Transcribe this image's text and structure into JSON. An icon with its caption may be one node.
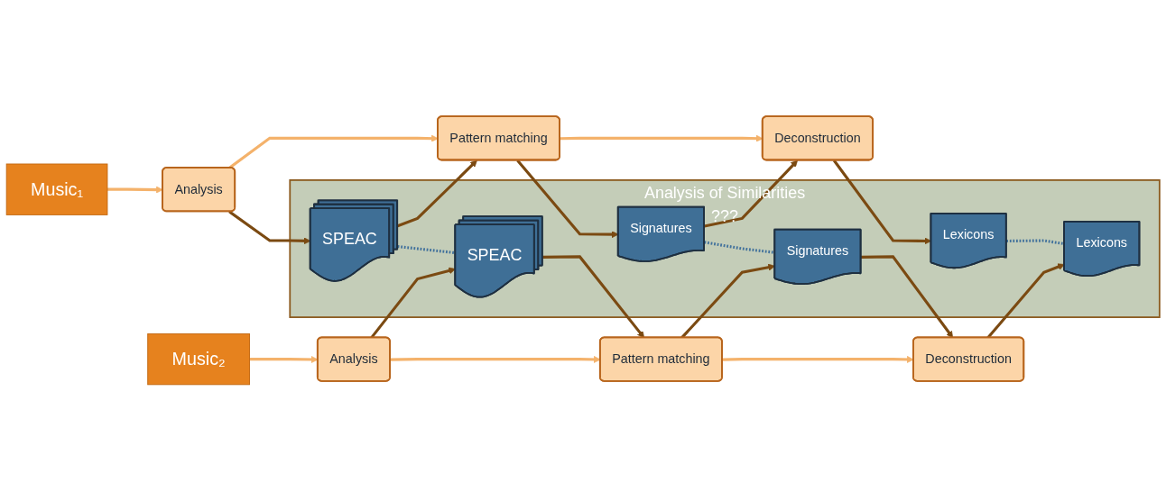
{
  "diagram": {
    "nodes": [
      {
        "text": [
          "Music₁"
        ]
      },
      {
        "text": [
          "Analysis"
        ]
      },
      {
        "text": [
          "Pattern matching"
        ]
      },
      {
        "text": [
          "Deconstruction"
        ]
      },
      {
        "text": [
          "Analysis of Similarities",
          "???"
        ]
      },
      {
        "text": [
          "SPEAC"
        ],
        "in": 4
      },
      {
        "text": [
          "SPEAC"
        ],
        "in": 4
      },
      {
        "text": [
          "Signatures"
        ],
        "in": 4
      },
      {
        "text": [
          "Signatures"
        ],
        "in": 4
      },
      {
        "text": [
          "Lexicons"
        ],
        "in": 4
      },
      {
        "text": [
          "Lexicons"
        ],
        "in": 4
      },
      {
        "text": [
          "Music₂"
        ]
      },
      {
        "text": [
          "Analysis"
        ]
      },
      {
        "text": [
          "Pattern matching"
        ]
      },
      {
        "text": [
          "Deconstruction"
        ]
      }
    ],
    "edges": [
      {
        "from": 0,
        "to": 1,
        "arrow": "to",
        "color": "#f4b26b"
      },
      {
        "from": 1,
        "to": 2,
        "arrow": "to",
        "color": "#f4b26b"
      },
      {
        "from": 2,
        "to": 3,
        "arrow": "to",
        "color": "#f4b26b"
      },
      {
        "from": 1,
        "to": 5,
        "arrow": "to"
      },
      {
        "from": 5,
        "to": 2,
        "arrow": "to"
      },
      {
        "from": 2,
        "to": 7,
        "arrow": "to"
      },
      {
        "from": 7,
        "to": 3,
        "arrow": "to"
      },
      {
        "from": 3,
        "to": 9,
        "arrow": "to"
      },
      {
        "from": 5,
        "to": 6,
        "arrow": "none",
        "style": "dashed",
        "color": "#41719c"
      },
      {
        "from": 7,
        "to": 8,
        "arrow": "none",
        "style": "dashed",
        "color": "#41719c"
      },
      {
        "from": 9,
        "to": 10,
        "arrow": "none",
        "style": "dashed",
        "color": "#41719c"
      },
      {
        "from": 11,
        "to": 12,
        "arrow": "to",
        "color": "#f4b26b"
      },
      {
        "from": 12,
        "to": 13,
        "arrow": "to",
        "color": "#f4b26b"
      },
      {
        "from": 13,
        "to": 14,
        "arrow": "to",
        "color": "#f4b26b"
      },
      {
        "from": 12,
        "to": 6,
        "arrow": "to"
      },
      {
        "from": 6,
        "to": 13,
        "arrow": "to"
      },
      {
        "from": 13,
        "to": 8,
        "arrow": "to"
      },
      {
        "from": 8,
        "to": 14,
        "arrow": "to"
      },
      {
        "from": 14,
        "to": 10,
        "arrow": "to"
      }
    ]
  }
}
